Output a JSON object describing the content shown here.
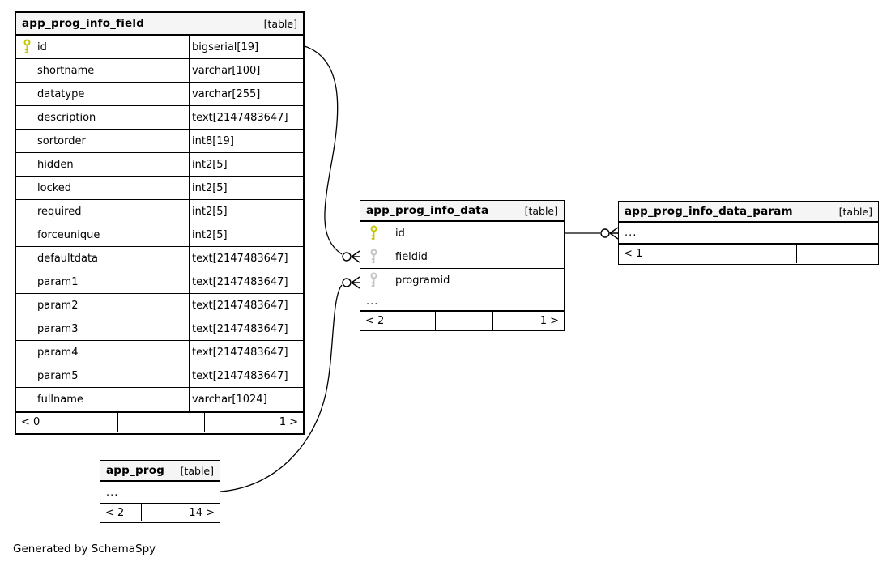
{
  "note": "Generated by SchemaSpy",
  "tables": [
    {
      "name": "app_prog_info_field",
      "tag": "[table]",
      "columns": [
        {
          "name": "id",
          "type": "bigserial[19]",
          "key": "pk"
        },
        {
          "name": "shortname",
          "type": "varchar[100]",
          "key": ""
        },
        {
          "name": "datatype",
          "type": "varchar[255]",
          "key": ""
        },
        {
          "name": "description",
          "type": "text[2147483647]",
          "key": ""
        },
        {
          "name": "sortorder",
          "type": "int8[19]",
          "key": ""
        },
        {
          "name": "hidden",
          "type": "int2[5]",
          "key": ""
        },
        {
          "name": "locked",
          "type": "int2[5]",
          "key": ""
        },
        {
          "name": "required",
          "type": "int2[5]",
          "key": ""
        },
        {
          "name": "forceunique",
          "type": "int2[5]",
          "key": ""
        },
        {
          "name": "defaultdata",
          "type": "text[2147483647]",
          "key": ""
        },
        {
          "name": "param1",
          "type": "text[2147483647]",
          "key": ""
        },
        {
          "name": "param2",
          "type": "text[2147483647]",
          "key": ""
        },
        {
          "name": "param3",
          "type": "text[2147483647]",
          "key": ""
        },
        {
          "name": "param4",
          "type": "text[2147483647]",
          "key": ""
        },
        {
          "name": "param5",
          "type": "text[2147483647]",
          "key": ""
        },
        {
          "name": "fullname",
          "type": "varchar[1024]",
          "key": ""
        }
      ],
      "footer": {
        "left": "< 0",
        "center": "",
        "right": "1 >"
      }
    },
    {
      "name": "app_prog_info_data",
      "tag": "[table]",
      "columns": [
        {
          "name": "id",
          "key": "pk"
        },
        {
          "name": "fieldid",
          "key": "fk"
        },
        {
          "name": "programid",
          "key": "fk"
        }
      ],
      "ellipsis": "...",
      "footer": {
        "left": "< 2",
        "center": "",
        "right": "1 >"
      }
    },
    {
      "name": "app_prog_info_data_param",
      "tag": "[table]",
      "ellipsis": "...",
      "footer": {
        "left": "< 1",
        "center": "",
        "right": ""
      }
    },
    {
      "name": "app_prog",
      "tag": "[table]",
      "ellipsis": "...",
      "footer": {
        "left": "< 2",
        "center": "",
        "right": "14 >"
      }
    }
  ],
  "relationships": [
    {
      "from_table": "app_prog_info_field",
      "from_item": "id",
      "to_table": "app_prog_info_data",
      "to_item": "fieldid"
    },
    {
      "from_table": "app_prog",
      "from_item": "...",
      "to_table": "app_prog_info_data",
      "to_item": "programid"
    },
    {
      "from_table": "app_prog_info_data",
      "from_item": "id",
      "to_table": "app_prog_info_data_param",
      "to_item": "..."
    }
  ],
  "colors": {
    "pk_key": "#c6c600",
    "fk_key": "#c3c3c3",
    "header_bg": "#f5f5f5",
    "line": "#000000"
  }
}
